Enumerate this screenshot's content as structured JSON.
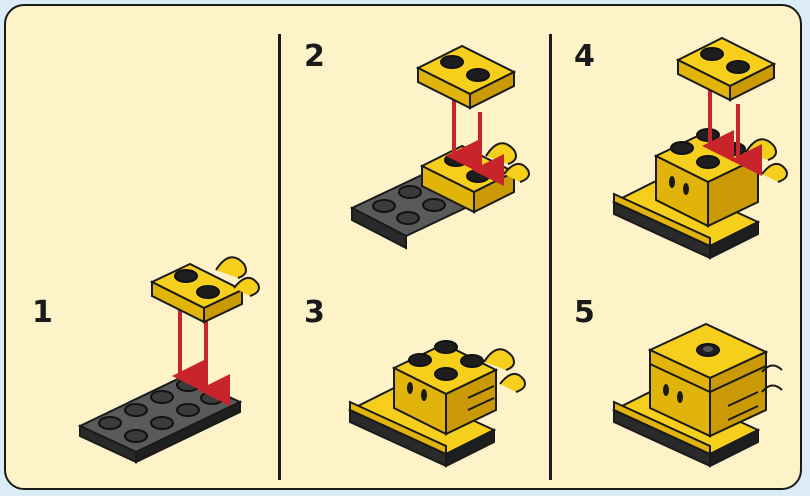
{
  "steps": [
    {
      "number": "1"
    },
    {
      "number": "2"
    },
    {
      "number": "3"
    },
    {
      "number": "4"
    },
    {
      "number": "5"
    }
  ],
  "colors": {
    "background": "#dcecf7",
    "panel": "#fdf2c8",
    "brick_yellow": "#f6cf1d",
    "brick_yellow_dark": "#d9a806",
    "plate_black": "#3b3b3b",
    "arrow_red": "#c8242b",
    "outline": "#1a1a1a"
  }
}
